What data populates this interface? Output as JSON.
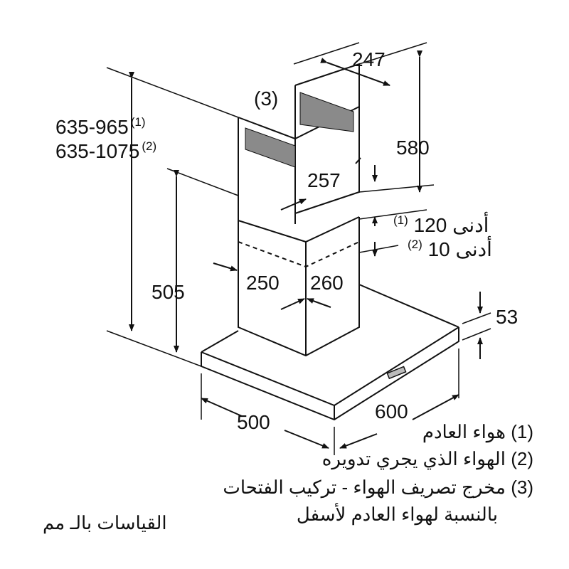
{
  "diagram": {
    "title": "Chimney hood dimension drawing",
    "dimensions": {
      "top_width": "247",
      "chimney_top_depth": "257",
      "upper_chimney_height": "580",
      "total_height_1": "635-965",
      "total_height_1_note": "(1)",
      "total_height_2": "635-1075",
      "total_height_2_note": "(2)",
      "lower_height": "505",
      "chimney_width": "250",
      "chimney_depth": "260",
      "canopy_thickness": "53",
      "canopy_depth": "500",
      "canopy_width": "600",
      "label_3": "(3)"
    },
    "clearance": {
      "min_1_value": "120",
      "min_1_note": "(1)",
      "min_1_prefix": "أدنى",
      "min_2_value": "10",
      "min_2_note": "(2)",
      "min_2_prefix": "أدنى"
    },
    "legend": [
      {
        "num": "(1)",
        "text": "هواء العادم"
      },
      {
        "num": "(2)",
        "text": "الهواء الذي يجري تدويره"
      },
      {
        "num": "(3)",
        "text": "مخرج تصريف الهواء - تركيب الفتحات"
      },
      {
        "num": "",
        "text": "بالنسبة لهواء العادم لأسفل"
      }
    ],
    "units_note": "القياسات بالـ مم",
    "colors": {
      "line": "#111111",
      "vent": "#8a8a8a",
      "background": "#ffffff"
    }
  }
}
